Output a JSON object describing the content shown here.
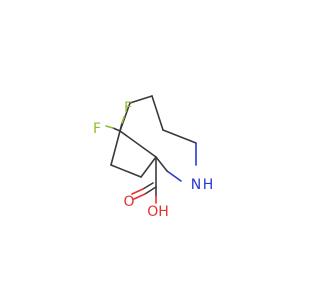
{
  "molecule": {
    "atoms": {
      "fluorine_1": "F",
      "fluorine_2": "F",
      "nitrogen": "N",
      "nitrogen_h": "H",
      "oxygen_carbonyl": "O",
      "oxygen_hydroxyl": "OH"
    },
    "colors": {
      "carbon_bond": "#3a3a3a",
      "fluorine": "#8bbf2e",
      "nitrogen": "#2a35d6",
      "oxygen": "#e8302c",
      "background": "#ffffff"
    }
  }
}
